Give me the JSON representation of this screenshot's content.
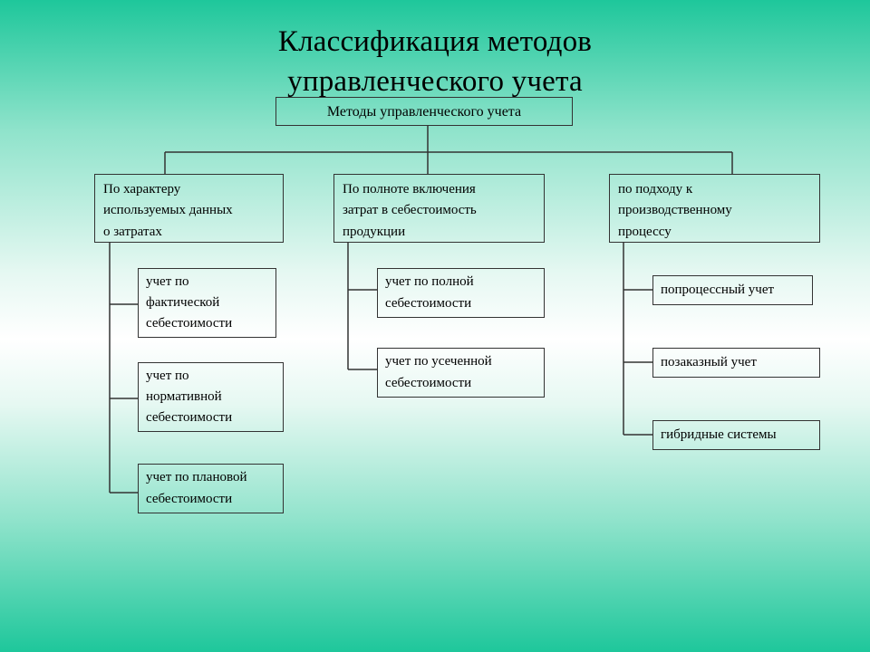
{
  "title": [
    "Классификация методов",
    "управленческого учета"
  ],
  "root": "Методы управленческого учета",
  "categories": [
    {
      "label": "По характеру\nиспользуемых данных\nо затратах",
      "children": [
        "учет по\nфактической\nсебестоимости",
        "учет по\nнормативной\nсебестоимости",
        "учет по плановой\nсебестоимости"
      ]
    },
    {
      "label": "По полноте включения\nзатрат в себестоимость\nпродукции",
      "children": [
        "учет по полной\nсебестоимости",
        "учет по усеченной\nсебестоимости"
      ]
    },
    {
      "label": "по подходу к\nпроизводственному\nпроцессу",
      "children": [
        "попроцессный учет",
        "позаказный учет",
        "гибридные системы"
      ]
    }
  ]
}
